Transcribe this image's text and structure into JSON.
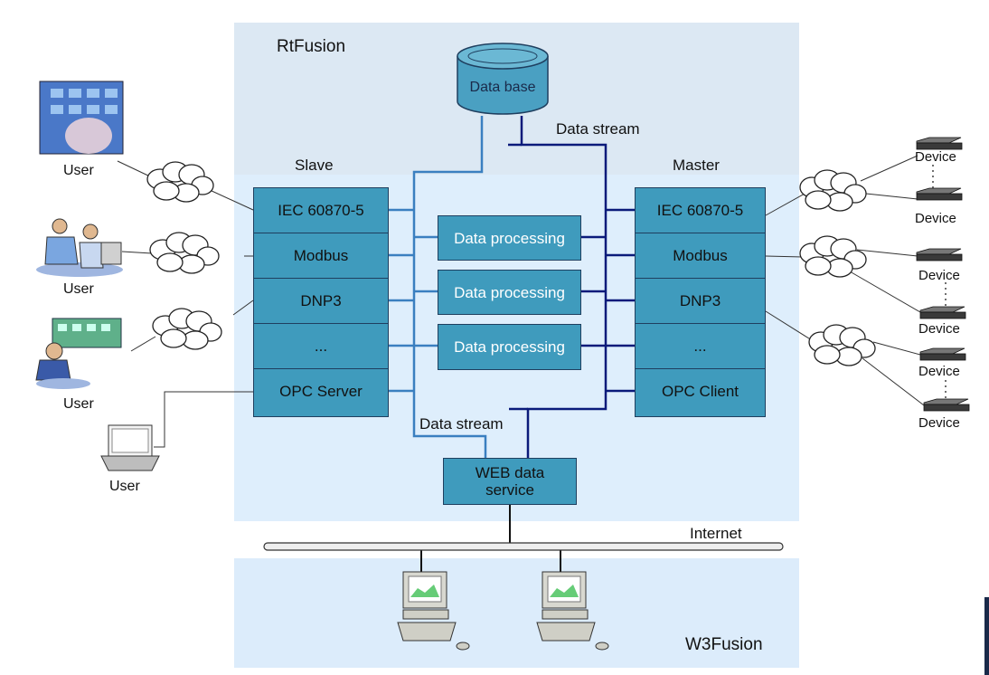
{
  "regions": {
    "rtfusion_label": "RtFusion",
    "w3fusion_label": "W3Fusion"
  },
  "database": {
    "label": "Data base"
  },
  "stream_labels": {
    "top": "Data stream",
    "bottom": "Data stream"
  },
  "slave": {
    "title": "Slave",
    "protocols": [
      "IEC 60870-5",
      "Modbus",
      "DNP3",
      "...",
      "OPC Server"
    ]
  },
  "master": {
    "title": "Master",
    "protocols": [
      "IEC 60870-5",
      "Modbus",
      "DNP3",
      "...",
      "OPC Client"
    ]
  },
  "processing": [
    "Data processing",
    "Data processing",
    "Data processing"
  ],
  "web_service": {
    "label": "WEB data\nservice"
  },
  "internet_label": "Internet",
  "users": [
    "User",
    "User",
    "User",
    "User"
  ],
  "devices": [
    "Device",
    "Device",
    "Device",
    "Device",
    "Device",
    "Device"
  ],
  "colors": {
    "region_top": "#dce8f3",
    "region_main": "#deeefc",
    "box_fill": "#3f9bbd",
    "line_light": "#3a7fc0",
    "line_dark": "#0a1a7a"
  }
}
